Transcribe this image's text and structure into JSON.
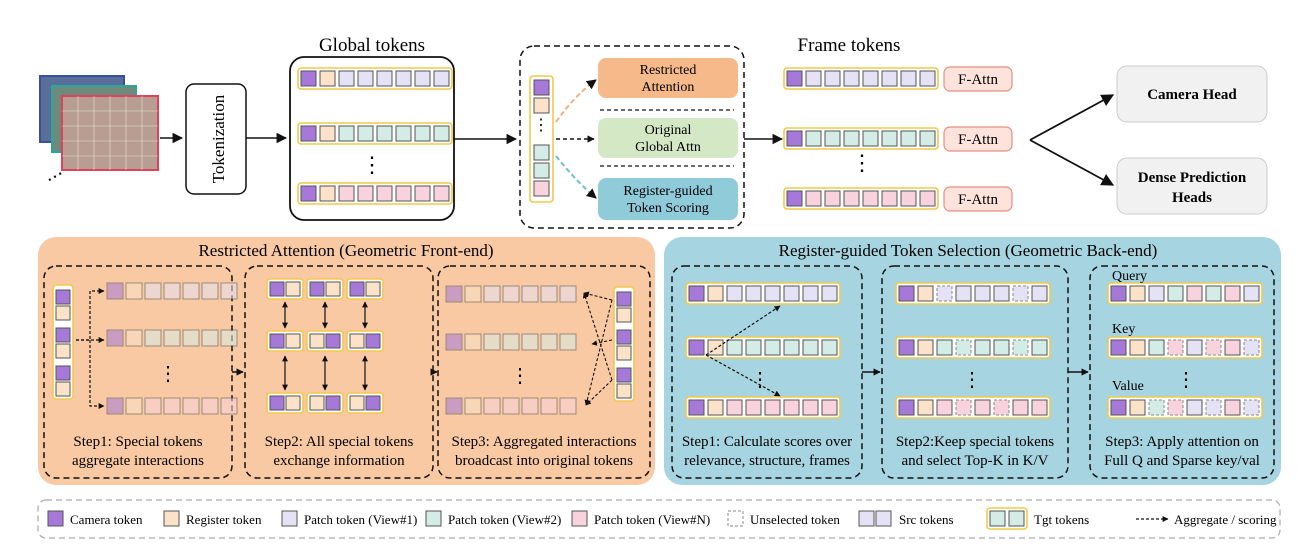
{
  "top": {
    "tokenization": "Tokenization",
    "global_tokens_title": "Global tokens",
    "frame_tokens_title": "Frame tokens",
    "ellipsis": "⋮",
    "attn_options": [
      "Restricted\nAttention",
      "Original\nGlobal Attn",
      "Register-guided\nToken Scoring"
    ],
    "frame_attn_label": "F-Attn",
    "camera_head": "Camera Head",
    "dense_head": "Dense Prediction\nHeads"
  },
  "front_end": {
    "title": "Restricted Attention (Geometric Front-end)",
    "steps": [
      "Step1: Special tokens\naggregate interactions",
      "Step2: All special tokens\nexchange information",
      "Step3: Aggregated interactions\nbroadcast into original tokens"
    ]
  },
  "back_end": {
    "title": "Register-guided Token Selection (Geometric Back-end)",
    "steps": [
      "Step1: Calculate scores over\nrelevance, structure, frames",
      "Step2:Keep special tokens\nand select Top-K in K/V",
      "Step3: Apply attention on\nFull Q and Sparse key/val"
    ],
    "qkv_labels": [
      "Query",
      "Key",
      "Value"
    ]
  },
  "legend": [
    {
      "key": "camera",
      "label": "Camera token"
    },
    {
      "key": "register",
      "label": "Register token"
    },
    {
      "key": "view1",
      "label": "Patch token (View#1)"
    },
    {
      "key": "view2",
      "label": "Patch token (View#2)"
    },
    {
      "key": "viewN",
      "label": "Patch token (View#N)"
    },
    {
      "key": "unselected",
      "label": "Unselected token"
    },
    {
      "key": "src",
      "label": "Src tokens"
    },
    {
      "key": "tgt",
      "label": "Tgt tokens"
    },
    {
      "key": "arrow",
      "label": "Aggregate / scoring"
    }
  ],
  "colors": {
    "camera": "#a678d8",
    "register": "#fbe2c8",
    "view1": "#e4e2f4",
    "view2": "#d4ece6",
    "viewN": "#f8d3dd",
    "tgt_frame": "#f2c94c",
    "front_bg": "#f8c9a3",
    "back_bg": "#a6d4e0",
    "restricted_box": "#f5b98a",
    "original_box": "#d5e8c5",
    "register_box": "#8fcbd9",
    "fattn_fill": "#fde3db",
    "fattn_stroke": "#e58f80",
    "head_fill": "#f1f1f1"
  }
}
